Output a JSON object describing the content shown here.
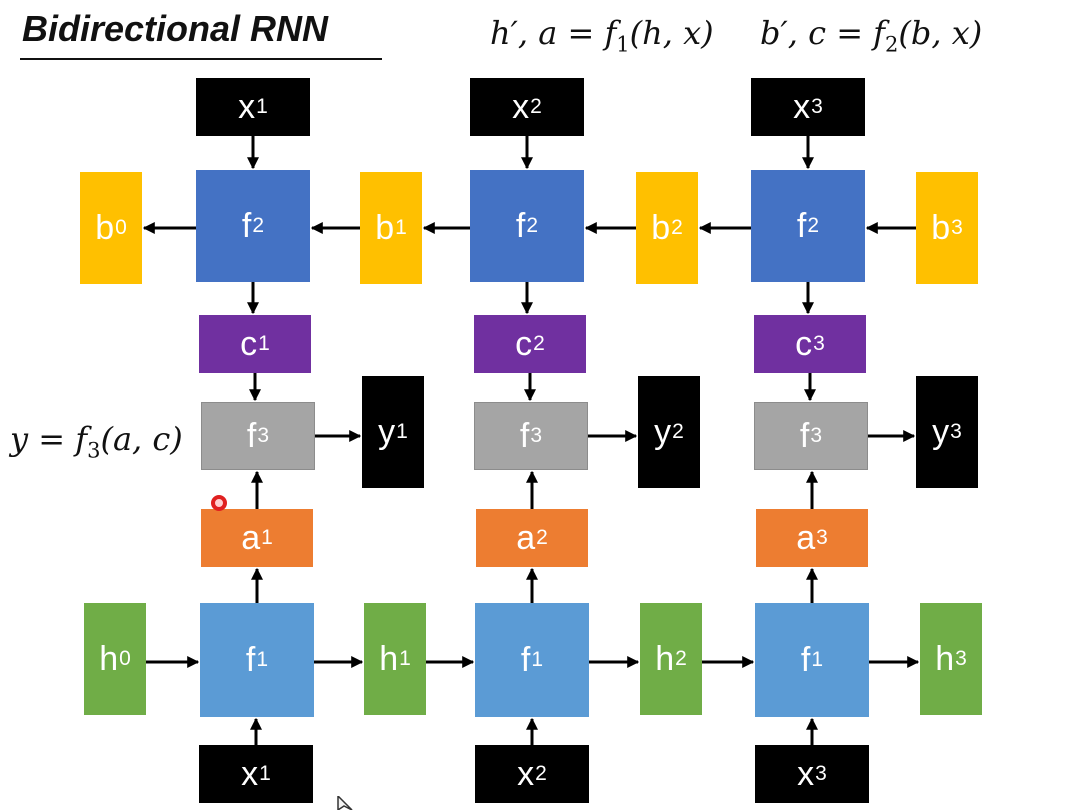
{
  "title": "Bidirectional RNN",
  "equations": {
    "forward": {
      "lhs": "h′, a = ",
      "fn": "f",
      "sub": "1",
      "args": "(h, x)"
    },
    "backward": {
      "lhs": "b′, c = ",
      "fn": "f",
      "sub": "2",
      "args": "(b, x)"
    },
    "output": {
      "lhs": "y = ",
      "fn": "f",
      "sub": "3",
      "args": "(a, c)"
    }
  },
  "nodes": {
    "x_top": [
      {
        "base": "x",
        "sup": "1"
      },
      {
        "base": "x",
        "sup": "2"
      },
      {
        "base": "x",
        "sup": "3"
      }
    ],
    "f2": [
      {
        "base": "f",
        "sub": "2"
      },
      {
        "base": "f",
        "sub": "2"
      },
      {
        "base": "f",
        "sub": "2"
      }
    ],
    "b": [
      {
        "base": "b",
        "sup": "0"
      },
      {
        "base": "b",
        "sup": "1"
      },
      {
        "base": "b",
        "sup": "2"
      },
      {
        "base": "b",
        "sup": "3"
      }
    ],
    "c": [
      {
        "base": "c",
        "sup": "1"
      },
      {
        "base": "c",
        "sup": "2"
      },
      {
        "base": "c",
        "sup": "3"
      }
    ],
    "f3": [
      {
        "base": "f",
        "sub": "3"
      },
      {
        "base": "f",
        "sub": "3"
      },
      {
        "base": "f",
        "sub": "3"
      }
    ],
    "y": [
      {
        "base": "y",
        "sup": "1"
      },
      {
        "base": "y",
        "sup": "2"
      },
      {
        "base": "y",
        "sup": "3"
      }
    ],
    "a": [
      {
        "base": "a",
        "sup": "1"
      },
      {
        "base": "a",
        "sup": "2"
      },
      {
        "base": "a",
        "sup": "3"
      }
    ],
    "h": [
      {
        "base": "h",
        "sup": "0"
      },
      {
        "base": "h",
        "sup": "1"
      },
      {
        "base": "h",
        "sup": "2"
      },
      {
        "base": "h",
        "sup": "3"
      }
    ],
    "f1": [
      {
        "base": "f",
        "sub": "1"
      },
      {
        "base": "f",
        "sub": "1"
      },
      {
        "base": "f",
        "sub": "1"
      }
    ],
    "x_bottom": [
      {
        "base": "x",
        "sup": "1"
      },
      {
        "base": "x",
        "sup": "2"
      },
      {
        "base": "x",
        "sup": "3"
      }
    ]
  },
  "colors": {
    "x": "#000000",
    "f2": "#4472c4",
    "f1": "#5b9bd5",
    "f3": "#a5a5a5",
    "b": "#ffc000",
    "c": "#7030a0",
    "a": "#ed7d31",
    "h": "#70ad47",
    "y": "#000000"
  }
}
